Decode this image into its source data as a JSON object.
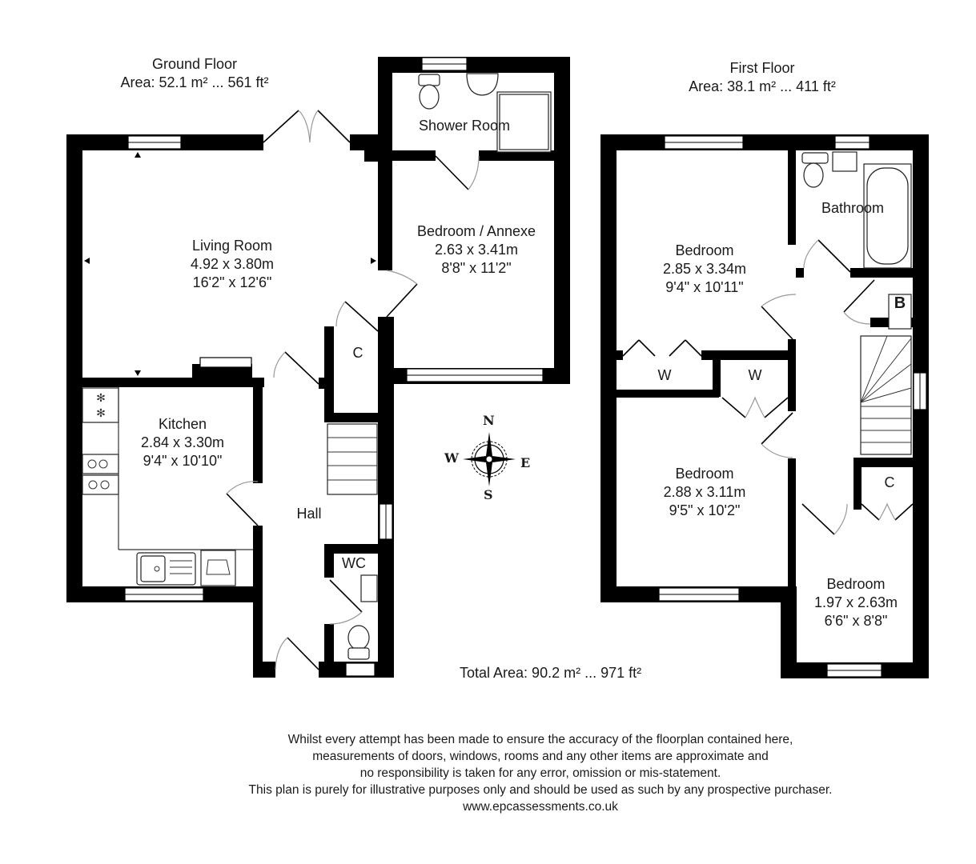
{
  "ground_floor": {
    "title": "Ground Floor",
    "area": "Area: 52.1 m² ... 561 ft²",
    "rooms": [
      {
        "name": "Living Room",
        "metric": "4.92 x 3.80m",
        "imperial": "16'2\" x 12'6\""
      },
      {
        "name": "Bedroom / Annexe",
        "metric": "2.63 x 3.41m",
        "imperial": "8'8\" x 11'2\""
      },
      {
        "name": "Shower Room"
      },
      {
        "name": "Kitchen",
        "metric": "2.84 x 3.30m",
        "imperial": "9'4\" x 10'10\""
      },
      {
        "name": "Hall"
      },
      {
        "name": "C"
      },
      {
        "name": "WC"
      }
    ]
  },
  "first_floor": {
    "title": "First Floor",
    "area": "Area: 38.1 m² ... 411 ft²",
    "rooms": [
      {
        "name": "Bedroom",
        "metric": "2.85 x 3.34m",
        "imperial": "9'4\" x 10'11\""
      },
      {
        "name": "Bathroom"
      },
      {
        "name": "B"
      },
      {
        "name": "W"
      },
      {
        "name": "W"
      },
      {
        "name": "Bedroom",
        "metric": "2.88 x 3.11m",
        "imperial": "9'5\" x 10'2\""
      },
      {
        "name": "C"
      },
      {
        "name": "Bedroom",
        "metric": "1.97 x 2.63m",
        "imperial": "6'6\" x 8'8\""
      }
    ]
  },
  "compass": {
    "n": "N",
    "s": "S",
    "e": "E",
    "w": "W"
  },
  "total_area": "Total Area: 90.2 m² ... 971 ft²",
  "disclaimer": [
    "Whilst every attempt has been made to ensure the accuracy of the floorplan contained here,",
    "measurements of doors, windows, rooms and any other items are approximate and",
    "no responsibility is taken for any error, omission or mis-statement.",
    "This plan is purely for illustrative purposes only and should be used as such by any prospective purchaser.",
    "www.epcassessments.co.uk"
  ]
}
